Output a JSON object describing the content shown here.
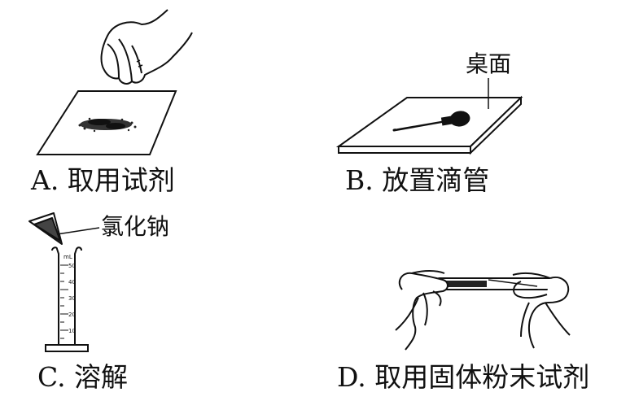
{
  "panels": {
    "a": {
      "caption": "A. 取用试剂"
    },
    "b": {
      "caption": "B. 放置滴管",
      "label_tabletop": "桌面"
    },
    "c": {
      "caption": "C. 溶解",
      "label_sodium_chloride": "氯化钠",
      "cylinder_unit": "mL",
      "cylinder_marks": [
        "50",
        "40",
        "30",
        "20",
        "10"
      ]
    },
    "d": {
      "caption": "D. 取用固体粉末试剂"
    }
  }
}
